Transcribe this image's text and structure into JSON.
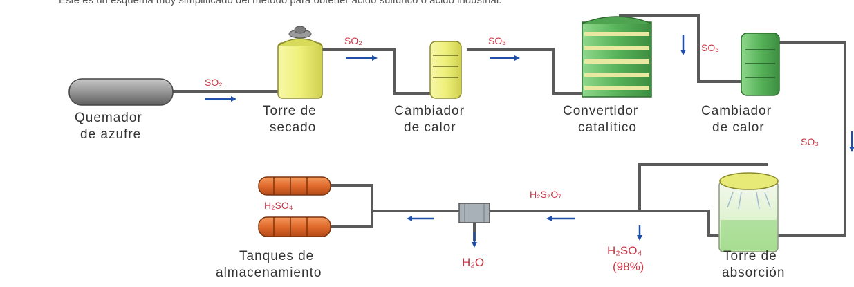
{
  "caption": "Este es un esquema muy simplificado del método para obtener ácido sulfúrico o ácido industrial.",
  "units": [
    {
      "id": "burner",
      "label_lines": [
        "Quemador",
        "de azufre"
      ]
    },
    {
      "id": "drying_tower",
      "label_lines": [
        "Torre de",
        "secado"
      ]
    },
    {
      "id": "heat_exchanger_1",
      "label_lines": [
        "Cambiador",
        "de calor"
      ]
    },
    {
      "id": "catalytic_converter",
      "label_lines": [
        "Convertidor",
        "catalítico"
      ]
    },
    {
      "id": "heat_exchanger_2",
      "label_lines": [
        "Cambiador",
        "de calor"
      ]
    },
    {
      "id": "absorption_tower",
      "label_lines": [
        "Torre de",
        "absorción"
      ]
    },
    {
      "id": "storage_tanks",
      "label_lines": [
        "Tanques de",
        "almacenamiento"
      ]
    }
  ],
  "flows": {
    "burner_to_drying": "SO₂",
    "drying_to_exchanger": "SO₂",
    "exchanger_to_converter": "SO₃",
    "converter_to_exchanger": "SO₃",
    "exchanger_to_absorption": "SO₃",
    "oleum": "H₂S₂O₇",
    "acid_input": "H₂SO₄",
    "acid_input_concentration": "(98%)",
    "water_input": "H₂O",
    "storage_product": "H₂SO₄"
  },
  "colors": {
    "pipe": "#5a5a5a",
    "arrow": "#1f4fa8",
    "chem_text": "#cc3344",
    "burner": "#8c8c8c",
    "yellow_equipment": "#eef07a",
    "green_equipment": "#58b35a",
    "storage_tank": "#e06a2c",
    "mixer": "#a9b1b8"
  },
  "icons": [
    "flow-arrow-icon",
    "down-arrow-icon"
  ]
}
